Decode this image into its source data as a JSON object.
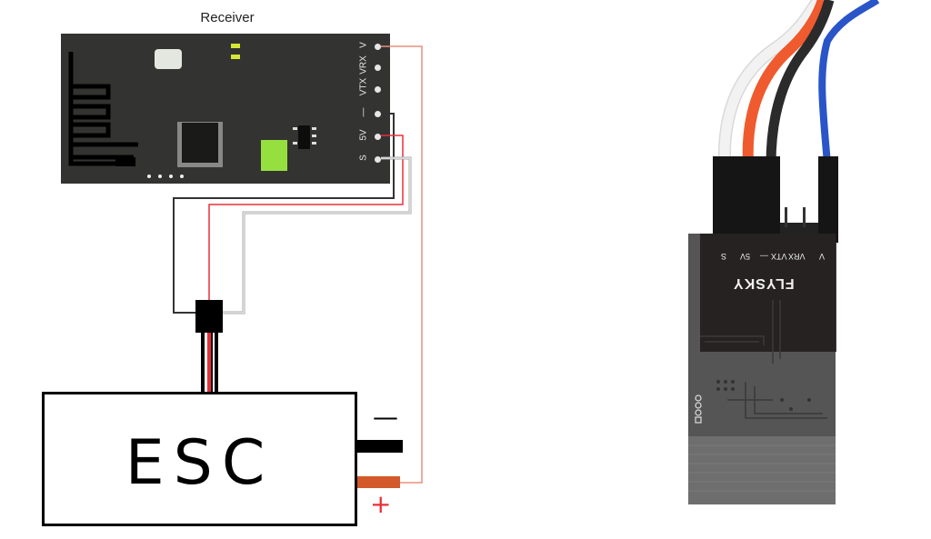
{
  "title": "Receiver",
  "receiver": {
    "label": "Receiver",
    "pins": [
      {
        "label": "V",
        "wire": "red-orange"
      },
      {
        "label": "VRX",
        "wire": ""
      },
      {
        "label": "VTX",
        "wire": ""
      },
      {
        "label": "—",
        "wire": "black"
      },
      {
        "label": "5V",
        "wire": "red"
      },
      {
        "label": "S",
        "wire": "gray"
      }
    ],
    "colors": {
      "board": "#333332",
      "led": "#d6e832",
      "chip_green": "#95e03f",
      "pad": "#e4e6e0"
    }
  },
  "esc": {
    "label": "ESC",
    "terminals": [
      {
        "sign": "—",
        "color": "#000000"
      },
      {
        "sign": "+",
        "color": "#d3592a"
      }
    ]
  },
  "wires": {
    "signal": "#a8a8a8",
    "power": "#e8303a",
    "ground": "#333333",
    "battery": "#e89080"
  },
  "photo": {
    "brand": "FLYSKY",
    "pin_labels": [
      "V",
      "VRX",
      "VTX",
      "—",
      "5V",
      "S"
    ],
    "wire_colors": [
      "#f2f2f2",
      "#ef5a2e",
      "#2b2b2b",
      "#2a55c8"
    ]
  }
}
